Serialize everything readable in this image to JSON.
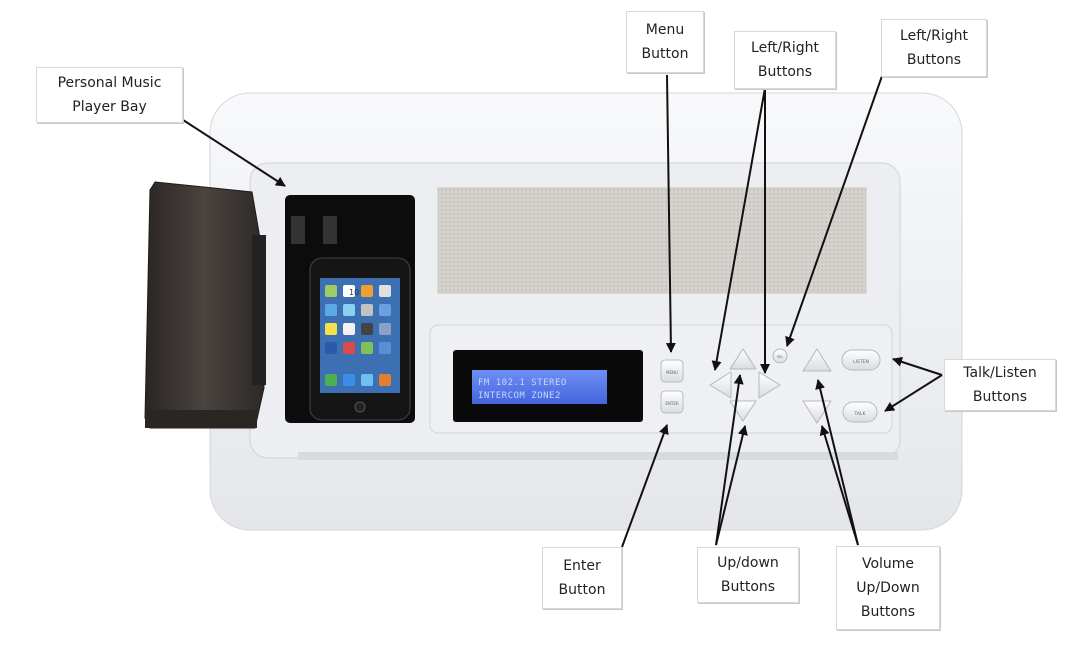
{
  "labels": {
    "music_bay": [
      "Personal Music",
      "Player Bay"
    ],
    "menu": [
      "Menu",
      "Button"
    ],
    "lr_center": [
      "Left/Right",
      "Buttons"
    ],
    "lr_right": [
      "Left/Right",
      "Buttons"
    ],
    "talk_listen": [
      "Talk/Listen",
      "Buttons"
    ],
    "enter": [
      "Enter",
      "Button"
    ],
    "updown": [
      "Up/down",
      "Buttons"
    ],
    "volume": [
      "Volume",
      "Up/Down",
      "Buttons"
    ]
  },
  "device": {
    "lcd_line1": "FM 102.1 STEREO",
    "lcd_line2": "INTERCOM ZONE2",
    "button_labels": {
      "menu": "MENU",
      "enter": "ENTER",
      "listen": "LISTEN",
      "talk": "TALK",
      "center": "SEL"
    },
    "phone_clock": "10"
  },
  "colors": {
    "panel": "#e9ebee",
    "bezel": "#f6f7f9",
    "lcd": "#5a7cf0",
    "door": "#3b3633",
    "arrow": "#111111"
  }
}
